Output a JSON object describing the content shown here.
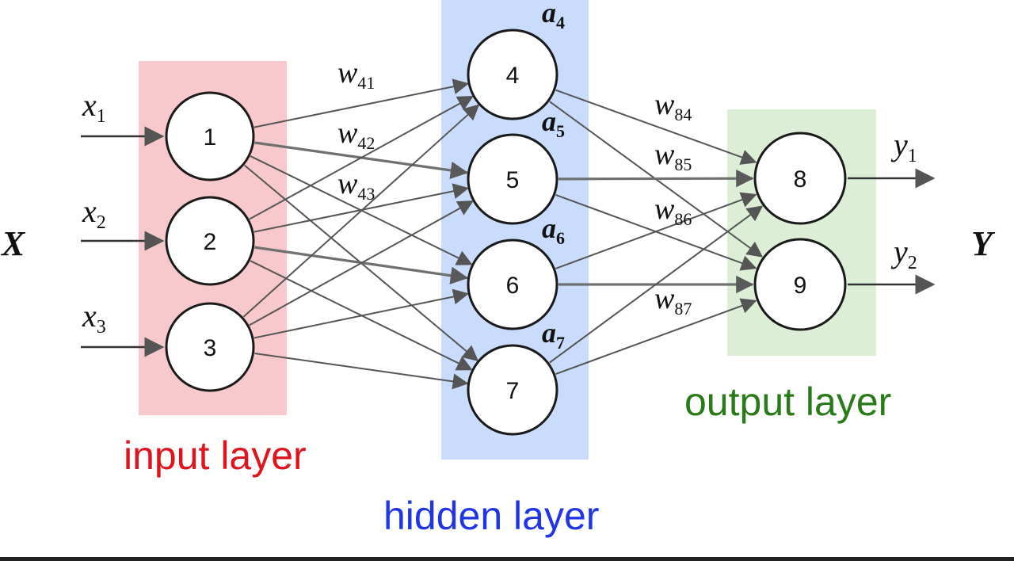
{
  "labels": {
    "X": "X",
    "Y": "Y",
    "input_layer": "input layer",
    "hidden_layer": "hidden layer",
    "output_layer": "output layer"
  },
  "inputs": [
    {
      "base": "x",
      "sub": "1"
    },
    {
      "base": "x",
      "sub": "2"
    },
    {
      "base": "x",
      "sub": "3"
    }
  ],
  "outputs": [
    {
      "base": "y",
      "sub": "1"
    },
    {
      "base": "y",
      "sub": "2"
    }
  ],
  "nodes": {
    "input": [
      "1",
      "2",
      "3"
    ],
    "hidden": [
      "4",
      "5",
      "6",
      "7"
    ],
    "output": [
      "8",
      "9"
    ]
  },
  "activations": [
    {
      "base": "a",
      "sub": "4"
    },
    {
      "base": "a",
      "sub": "5"
    },
    {
      "base": "a",
      "sub": "6"
    },
    {
      "base": "a",
      "sub": "7"
    }
  ],
  "weights": [
    {
      "base": "w",
      "sub": "41"
    },
    {
      "base": "w",
      "sub": "42"
    },
    {
      "base": "w",
      "sub": "43"
    },
    {
      "base": "w",
      "sub": "84"
    },
    {
      "base": "w",
      "sub": "85"
    },
    {
      "base": "w",
      "sub": "86"
    },
    {
      "base": "w",
      "sub": "87"
    }
  ],
  "colors": {
    "input_panel": "#f7c9cc",
    "hidden_panel": "#c9dcfb",
    "output_panel": "#dcefd6",
    "input_text": "#e0141c",
    "hidden_text": "#1f35e6",
    "output_text": "#2b7a1a"
  }
}
